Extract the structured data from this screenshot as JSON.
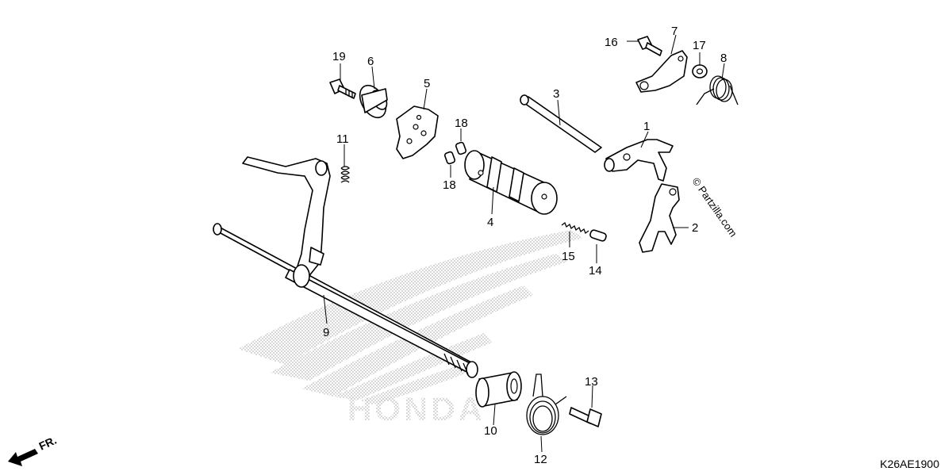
{
  "diagram": {
    "code": "K26AE1900",
    "watermark": "© Partzilla.com",
    "front_label": "FR.",
    "logo_text": "HONDA",
    "callouts": {
      "c1": "1",
      "c2": "2",
      "c3": "3",
      "c4": "4",
      "c5": "5",
      "c6": "6",
      "c7": "7",
      "c8": "8",
      "c9": "9",
      "c10": "10",
      "c11": "11",
      "c12": "12",
      "c13": "13",
      "c14": "14",
      "c15": "15",
      "c16": "16",
      "c17": "17",
      "c18a": "18",
      "c18b": "18",
      "c19": "19"
    }
  }
}
